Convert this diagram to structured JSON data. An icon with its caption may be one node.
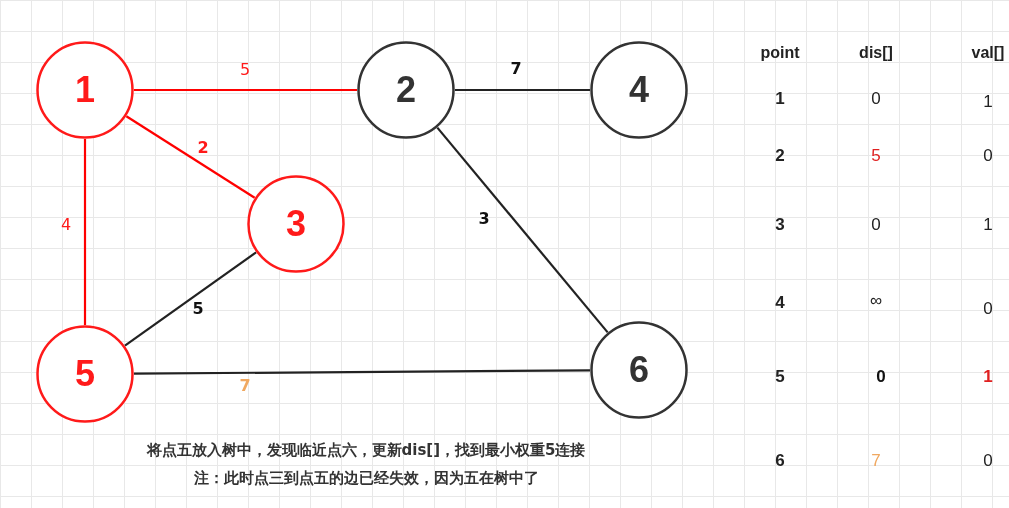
{
  "diagram": {
    "nodes": [
      {
        "text": [
          "1"
        ]
      },
      {
        "text": [
          "2"
        ]
      },
      {
        "text": [
          "4"
        ]
      },
      {
        "text": [
          "3"
        ]
      },
      {
        "text": [
          "5"
        ]
      },
      {
        "text": [
          "6"
        ]
      }
    ],
    "edges": [
      {
        "from": 0,
        "to": 1,
        "arrow": "none",
        "label": "5",
        "color": "#ff0000"
      },
      {
        "from": 1,
        "to": 2,
        "arrow": "none",
        "label": "7"
      },
      {
        "from": 0,
        "to": 3,
        "arrow": "none",
        "label": "2",
        "color": "#ff0000"
      },
      {
        "from": 0,
        "to": 4,
        "arrow": "none",
        "label": "4",
        "color": "#ff0000"
      },
      {
        "from": 1,
        "to": 5,
        "arrow": "none",
        "label": "3"
      },
      {
        "from": 3,
        "to": 4,
        "arrow": "none",
        "label": "5"
      },
      {
        "from": 4,
        "to": 5,
        "arrow": "none",
        "label": "7"
      }
    ],
    "labels": [
      "point",
      "dis[]",
      "val[]",
      "1",
      "0",
      "1",
      "2",
      "5",
      "0",
      "3",
      "0",
      "1",
      "4",
      "∞",
      "0",
      "5",
      "0",
      "1",
      "6",
      "7",
      "0",
      "将点五放入树中，发现临近点六，更新dis[]，找到最小权重5连接",
      "注：此时点三到点五的边已经失效，因为五在树中了"
    ]
  }
}
